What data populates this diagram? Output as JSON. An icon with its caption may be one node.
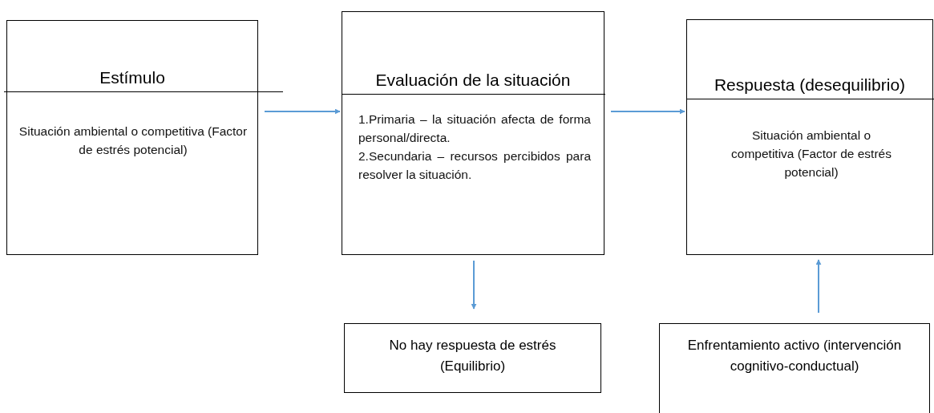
{
  "diagram": {
    "nodes": [
      {
        "text": [
          "Estímulo",
          "Situación ambiental o competitiva (Factor de estrés potencial)"
        ]
      },
      {
        "text": [
          "Evaluación de la situación",
          "1.Primaria – la situación afecta de forma personal/directa.",
          "2.Secundaria – recursos percibidos para resolver la situación."
        ]
      },
      {
        "text": [
          "Respuesta (desequilibrio)",
          "Situación ambiental o competitiva (Factor de estrés potencial)"
        ]
      },
      {
        "text": [
          "No hay respuesta de estrés (Equilibrio)"
        ]
      },
      {
        "text": [
          "Enfrentamiento activo (intervención cognitivo-conductual)"
        ]
      }
    ],
    "edges": [
      {
        "from": 0,
        "to": 1,
        "arrow": "to"
      },
      {
        "from": 1,
        "to": 2,
        "arrow": "to"
      },
      {
        "from": 1,
        "to": 3,
        "arrow": "to"
      },
      {
        "from": 4,
        "to": 2,
        "arrow": "to"
      }
    ]
  }
}
